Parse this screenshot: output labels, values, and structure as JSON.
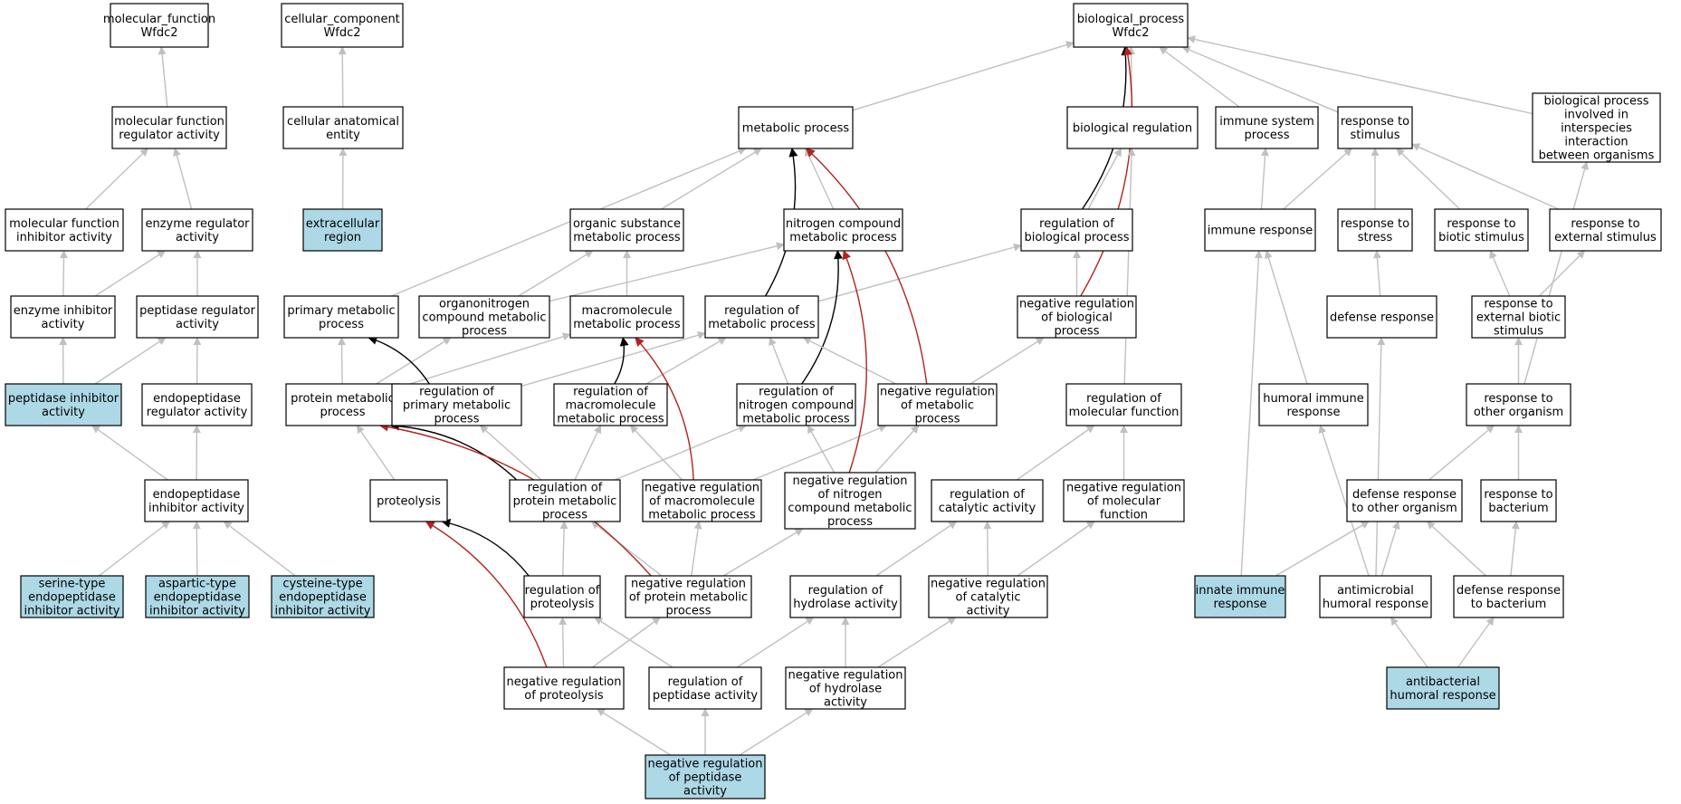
{
  "colors": {
    "node_fill": "#ffffff",
    "highlight_fill": "#add8e6",
    "edge_is_a": "#c0c0c0",
    "edge_regulates": "#000000",
    "edge_negatively_regulates": "#b22222"
  },
  "nodes": [
    {
      "id": "mf_root",
      "lines": [
        "molecular_function",
        "Wfdc2"
      ],
      "highlight": false
    },
    {
      "id": "cc_root",
      "lines": [
        "cellular_component",
        "Wfdc2"
      ],
      "highlight": false
    },
    {
      "id": "bp_root",
      "lines": [
        "biological_process",
        "Wfdc2"
      ],
      "highlight": false
    },
    {
      "id": "mf_reg",
      "lines": [
        "molecular function",
        "regulator activity"
      ],
      "highlight": false
    },
    {
      "id": "cae",
      "lines": [
        "cellular anatomical",
        "entity"
      ],
      "highlight": false
    },
    {
      "id": "metab",
      "lines": [
        "metabolic process"
      ],
      "highlight": false
    },
    {
      "id": "bioreg",
      "lines": [
        "biological regulation"
      ],
      "highlight": false
    },
    {
      "id": "immsys",
      "lines": [
        "immune system",
        "process"
      ],
      "highlight": false
    },
    {
      "id": "resp_stim",
      "lines": [
        "response to",
        "stimulus"
      ],
      "highlight": false
    },
    {
      "id": "interspecies",
      "lines": [
        "biological process",
        "involved in",
        "interspecies",
        "interaction",
        "between organisms"
      ],
      "highlight": false
    },
    {
      "id": "mf_inhib",
      "lines": [
        "molecular function",
        "inhibitor activity"
      ],
      "highlight": false
    },
    {
      "id": "enz_reg",
      "lines": [
        "enzyme regulator",
        "activity"
      ],
      "highlight": false
    },
    {
      "id": "extracell",
      "lines": [
        "extracellular",
        "region"
      ],
      "highlight": true
    },
    {
      "id": "org_sub",
      "lines": [
        "organic substance",
        "metabolic process"
      ],
      "highlight": false
    },
    {
      "id": "nitro",
      "lines": [
        "nitrogen compound",
        "metabolic process"
      ],
      "highlight": false
    },
    {
      "id": "reg_bio",
      "lines": [
        "regulation of",
        "biological process"
      ],
      "highlight": false
    },
    {
      "id": "imm_resp",
      "lines": [
        "immune response"
      ],
      "highlight": false
    },
    {
      "id": "resp_stress",
      "lines": [
        "response to",
        "stress"
      ],
      "highlight": false
    },
    {
      "id": "resp_biotic",
      "lines": [
        "response to",
        "biotic stimulus"
      ],
      "highlight": false
    },
    {
      "id": "resp_ext",
      "lines": [
        "response to",
        "external stimulus"
      ],
      "highlight": false
    },
    {
      "id": "enz_inhib",
      "lines": [
        "enzyme inhibitor",
        "activity"
      ],
      "highlight": false
    },
    {
      "id": "pep_reg",
      "lines": [
        "peptidase regulator",
        "activity"
      ],
      "highlight": false
    },
    {
      "id": "prim_met",
      "lines": [
        "primary metabolic",
        "process"
      ],
      "highlight": false
    },
    {
      "id": "orgnitro",
      "lines": [
        "organonitrogen",
        "compound metabolic",
        "process"
      ],
      "highlight": false
    },
    {
      "id": "macro",
      "lines": [
        "macromolecule",
        "metabolic process"
      ],
      "highlight": false
    },
    {
      "id": "reg_met",
      "lines": [
        "regulation of",
        "metabolic process"
      ],
      "highlight": false
    },
    {
      "id": "neg_reg_bio",
      "lines": [
        "negative regulation",
        "of biological",
        "process"
      ],
      "highlight": false
    },
    {
      "id": "def_resp",
      "lines": [
        "defense response"
      ],
      "highlight": false
    },
    {
      "id": "resp_ext_biotic",
      "lines": [
        "response to",
        "external biotic",
        "stimulus"
      ],
      "highlight": false
    },
    {
      "id": "pep_inhib",
      "lines": [
        "peptidase inhibitor",
        "activity"
      ],
      "highlight": true
    },
    {
      "id": "endopep_reg",
      "lines": [
        "endopeptidase",
        "regulator activity"
      ],
      "highlight": false
    },
    {
      "id": "prot_met",
      "lines": [
        "protein metabolic",
        "process"
      ],
      "highlight": false
    },
    {
      "id": "reg_prim",
      "lines": [
        "regulation of",
        "primary metabolic",
        "process"
      ],
      "highlight": false
    },
    {
      "id": "reg_macro",
      "lines": [
        "regulation of",
        "macromolecule",
        "metabolic process"
      ],
      "highlight": false
    },
    {
      "id": "reg_nitro",
      "lines": [
        "regulation of",
        "nitrogen compound",
        "metabolic process"
      ],
      "highlight": false
    },
    {
      "id": "neg_reg_met",
      "lines": [
        "negative regulation",
        "of metabolic",
        "process"
      ],
      "highlight": false
    },
    {
      "id": "reg_molfunc",
      "lines": [
        "regulation of",
        "molecular function"
      ],
      "highlight": false
    },
    {
      "id": "hum_imm",
      "lines": [
        "humoral immune",
        "response"
      ],
      "highlight": false
    },
    {
      "id": "resp_other",
      "lines": [
        "response to",
        "other organism"
      ],
      "highlight": false
    },
    {
      "id": "endopep_inhib",
      "lines": [
        "endopeptidase",
        "inhibitor activity"
      ],
      "highlight": false
    },
    {
      "id": "proteolysis",
      "lines": [
        "proteolysis"
      ],
      "highlight": false
    },
    {
      "id": "reg_prot_met",
      "lines": [
        "regulation of",
        "protein metabolic",
        "process"
      ],
      "highlight": false
    },
    {
      "id": "neg_reg_macro",
      "lines": [
        "negative regulation",
        "of macromolecule",
        "metabolic process"
      ],
      "highlight": false
    },
    {
      "id": "neg_reg_nitro",
      "lines": [
        "negative regulation",
        "of nitrogen",
        "compound metabolic",
        "process"
      ],
      "highlight": false
    },
    {
      "id": "reg_cat",
      "lines": [
        "regulation of",
        "catalytic activity"
      ],
      "highlight": false
    },
    {
      "id": "neg_reg_molfunc",
      "lines": [
        "negative regulation",
        "of molecular",
        "function"
      ],
      "highlight": false
    },
    {
      "id": "def_other",
      "lines": [
        "defense response",
        "to other organism"
      ],
      "highlight": false
    },
    {
      "id": "resp_bact",
      "lines": [
        "response to",
        "bacterium"
      ],
      "highlight": false
    },
    {
      "id": "serine",
      "lines": [
        "serine-type",
        "endopeptidase",
        "inhibitor activity"
      ],
      "highlight": true
    },
    {
      "id": "aspartic",
      "lines": [
        "aspartic-type",
        "endopeptidase",
        "inhibitor activity"
      ],
      "highlight": true
    },
    {
      "id": "cysteine",
      "lines": [
        "cysteine-type",
        "endopeptidase",
        "inhibitor activity"
      ],
      "highlight": true
    },
    {
      "id": "reg_proteolysis",
      "lines": [
        "regulation of",
        "proteolysis"
      ],
      "highlight": false
    },
    {
      "id": "neg_reg_prot_met",
      "lines": [
        "negative regulation",
        "of protein metabolic",
        "process"
      ],
      "highlight": false
    },
    {
      "id": "reg_hydro",
      "lines": [
        "regulation of",
        "hydrolase activity"
      ],
      "highlight": false
    },
    {
      "id": "neg_reg_cat",
      "lines": [
        "negative regulation",
        "of catalytic",
        "activity"
      ],
      "highlight": false
    },
    {
      "id": "innate",
      "lines": [
        "innate immune",
        "response"
      ],
      "highlight": true
    },
    {
      "id": "antimicro",
      "lines": [
        "antimicrobial",
        "humoral response"
      ],
      "highlight": false
    },
    {
      "id": "def_bact",
      "lines": [
        "defense response",
        "to bacterium"
      ],
      "highlight": false
    },
    {
      "id": "neg_reg_proteolysis",
      "lines": [
        "negative regulation",
        "of proteolysis"
      ],
      "highlight": false
    },
    {
      "id": "reg_pep_act",
      "lines": [
        "regulation of",
        "peptidase activity"
      ],
      "highlight": false
    },
    {
      "id": "neg_reg_hydro",
      "lines": [
        "negative regulation",
        "of hydrolase",
        "activity"
      ],
      "highlight": false
    },
    {
      "id": "antibact",
      "lines": [
        "antibacterial",
        "humoral response"
      ],
      "highlight": true
    },
    {
      "id": "neg_reg_pep",
      "lines": [
        "negative regulation",
        "of peptidase",
        "activity"
      ],
      "highlight": true
    }
  ],
  "edges": [
    {
      "from": "mf_reg",
      "to": "mf_root",
      "type": "is_a"
    },
    {
      "from": "cae",
      "to": "cc_root",
      "type": "is_a"
    },
    {
      "from": "metab",
      "to": "bp_root",
      "type": "is_a"
    },
    {
      "from": "bioreg",
      "to": "bp_root",
      "type": "is_a"
    },
    {
      "from": "immsys",
      "to": "bp_root",
      "type": "is_a"
    },
    {
      "from": "resp_stim",
      "to": "bp_root",
      "type": "is_a"
    },
    {
      "from": "interspecies",
      "to": "bp_root",
      "type": "is_a"
    },
    {
      "from": "mf_inhib",
      "to": "mf_reg",
      "type": "is_a"
    },
    {
      "from": "enz_reg",
      "to": "mf_reg",
      "type": "is_a"
    },
    {
      "from": "extracell",
      "to": "cae",
      "type": "is_a"
    },
    {
      "from": "org_sub",
      "to": "metab",
      "type": "is_a"
    },
    {
      "from": "nitro",
      "to": "metab",
      "type": "is_a"
    },
    {
      "from": "reg_bio",
      "to": "bioreg",
      "type": "is_a"
    },
    {
      "from": "reg_bio",
      "to": "bp_root",
      "type": "regulates"
    },
    {
      "from": "neg_reg_bio",
      "to": "bp_root",
      "type": "negatively_regulates"
    },
    {
      "from": "imm_resp",
      "to": "immsys",
      "type": "is_a"
    },
    {
      "from": "imm_resp",
      "to": "resp_stim",
      "type": "is_a"
    },
    {
      "from": "resp_stress",
      "to": "resp_stim",
      "type": "is_a"
    },
    {
      "from": "resp_biotic",
      "to": "resp_stim",
      "type": "is_a"
    },
    {
      "from": "resp_ext",
      "to": "resp_stim",
      "type": "is_a"
    },
    {
      "from": "enz_inhib",
      "to": "mf_inhib",
      "type": "is_a"
    },
    {
      "from": "enz_inhib",
      "to": "enz_reg",
      "type": "is_a"
    },
    {
      "from": "pep_reg",
      "to": "enz_reg",
      "type": "is_a"
    },
    {
      "from": "prim_met",
      "to": "metab",
      "type": "is_a"
    },
    {
      "from": "orgnitro",
      "to": "org_sub",
      "type": "is_a"
    },
    {
      "from": "orgnitro",
      "to": "nitro",
      "type": "is_a"
    },
    {
      "from": "macro",
      "to": "org_sub",
      "type": "is_a"
    },
    {
      "from": "reg_met",
      "to": "reg_bio",
      "type": "is_a"
    },
    {
      "from": "reg_met",
      "to": "metab",
      "type": "regulates"
    },
    {
      "from": "neg_reg_bio",
      "to": "reg_bio",
      "type": "is_a"
    },
    {
      "from": "def_resp",
      "to": "resp_stress",
      "type": "is_a"
    },
    {
      "from": "resp_ext_biotic",
      "to": "resp_biotic",
      "type": "is_a"
    },
    {
      "from": "resp_ext_biotic",
      "to": "resp_ext",
      "type": "is_a"
    },
    {
      "from": "pep_inhib",
      "to": "enz_inhib",
      "type": "is_a"
    },
    {
      "from": "pep_inhib",
      "to": "pep_reg",
      "type": "is_a"
    },
    {
      "from": "endopep_reg",
      "to": "pep_reg",
      "type": "is_a"
    },
    {
      "from": "prot_met",
      "to": "prim_met",
      "type": "is_a"
    },
    {
      "from": "prot_met",
      "to": "orgnitro",
      "type": "is_a"
    },
    {
      "from": "prot_met",
      "to": "macro",
      "type": "is_a"
    },
    {
      "from": "reg_prim",
      "to": "reg_met",
      "type": "is_a"
    },
    {
      "from": "reg_prim",
      "to": "prim_met",
      "type": "regulates"
    },
    {
      "from": "reg_macro",
      "to": "reg_met",
      "type": "is_a"
    },
    {
      "from": "reg_macro",
      "to": "macro",
      "type": "regulates"
    },
    {
      "from": "reg_nitro",
      "to": "reg_met",
      "type": "is_a"
    },
    {
      "from": "reg_nitro",
      "to": "nitro",
      "type": "regulates"
    },
    {
      "from": "neg_reg_met",
      "to": "reg_met",
      "type": "is_a"
    },
    {
      "from": "neg_reg_met",
      "to": "neg_reg_bio",
      "type": "is_a"
    },
    {
      "from": "neg_reg_met",
      "to": "metab",
      "type": "negatively_regulates"
    },
    {
      "from": "reg_molfunc",
      "to": "bioreg",
      "type": "is_a"
    },
    {
      "from": "hum_imm",
      "to": "imm_resp",
      "type": "is_a"
    },
    {
      "from": "resp_other",
      "to": "resp_ext_biotic",
      "type": "is_a"
    },
    {
      "from": "resp_other",
      "to": "interspecies",
      "type": "is_a"
    },
    {
      "from": "endopep_inhib",
      "to": "pep_inhib",
      "type": "is_a"
    },
    {
      "from": "endopep_inhib",
      "to": "endopep_reg",
      "type": "is_a"
    },
    {
      "from": "proteolysis",
      "to": "prot_met",
      "type": "is_a"
    },
    {
      "from": "reg_prot_met",
      "to": "reg_prim",
      "type": "is_a"
    },
    {
      "from": "reg_prot_met",
      "to": "reg_macro",
      "type": "is_a"
    },
    {
      "from": "reg_prot_met",
      "to": "reg_nitro",
      "type": "is_a"
    },
    {
      "from": "reg_prot_met",
      "to": "prot_met",
      "type": "regulates"
    },
    {
      "from": "neg_reg_macro",
      "to": "reg_macro",
      "type": "is_a"
    },
    {
      "from": "neg_reg_macro",
      "to": "neg_reg_met",
      "type": "is_a"
    },
    {
      "from": "neg_reg_macro",
      "to": "macro",
      "type": "negatively_regulates"
    },
    {
      "from": "neg_reg_nitro",
      "to": "reg_nitro",
      "type": "is_a"
    },
    {
      "from": "neg_reg_nitro",
      "to": "neg_reg_met",
      "type": "is_a"
    },
    {
      "from": "neg_reg_nitro",
      "to": "nitro",
      "type": "negatively_regulates"
    },
    {
      "from": "reg_cat",
      "to": "reg_molfunc",
      "type": "is_a"
    },
    {
      "from": "neg_reg_molfunc",
      "to": "reg_molfunc",
      "type": "is_a"
    },
    {
      "from": "def_other",
      "to": "resp_other",
      "type": "is_a"
    },
    {
      "from": "resp_bact",
      "to": "resp_other",
      "type": "is_a"
    },
    {
      "from": "serine",
      "to": "endopep_inhib",
      "type": "is_a"
    },
    {
      "from": "aspartic",
      "to": "endopep_inhib",
      "type": "is_a"
    },
    {
      "from": "cysteine",
      "to": "endopep_inhib",
      "type": "is_a"
    },
    {
      "from": "reg_proteolysis",
      "to": "reg_prot_met",
      "type": "is_a"
    },
    {
      "from": "reg_proteolysis",
      "to": "proteolysis",
      "type": "regulates"
    },
    {
      "from": "neg_reg_prot_met",
      "to": "reg_prot_met",
      "type": "is_a"
    },
    {
      "from": "neg_reg_prot_met",
      "to": "neg_reg_macro",
      "type": "is_a"
    },
    {
      "from": "neg_reg_prot_met",
      "to": "neg_reg_nitro",
      "type": "is_a"
    },
    {
      "from": "neg_reg_prot_met",
      "to": "prot_met",
      "type": "negatively_regulates"
    },
    {
      "from": "reg_hydro",
      "to": "reg_cat",
      "type": "is_a"
    },
    {
      "from": "neg_reg_cat",
      "to": "reg_cat",
      "type": "is_a"
    },
    {
      "from": "neg_reg_cat",
      "to": "neg_reg_molfunc",
      "type": "is_a"
    },
    {
      "from": "innate",
      "to": "imm_resp",
      "type": "is_a"
    },
    {
      "from": "innate",
      "to": "def_other",
      "type": "is_a"
    },
    {
      "from": "antimicro",
      "to": "hum_imm",
      "type": "is_a"
    },
    {
      "from": "antimicro",
      "to": "def_resp",
      "type": "is_a"
    },
    {
      "from": "antimicro",
      "to": "def_other",
      "type": "is_a"
    },
    {
      "from": "def_bact",
      "to": "def_other",
      "type": "is_a"
    },
    {
      "from": "def_bact",
      "to": "resp_bact",
      "type": "is_a"
    },
    {
      "from": "neg_reg_proteolysis",
      "to": "reg_proteolysis",
      "type": "is_a"
    },
    {
      "from": "neg_reg_proteolysis",
      "to": "neg_reg_prot_met",
      "type": "is_a"
    },
    {
      "from": "neg_reg_proteolysis",
      "to": "proteolysis",
      "type": "negatively_regulates"
    },
    {
      "from": "reg_pep_act",
      "to": "reg_proteolysis",
      "type": "is_a"
    },
    {
      "from": "reg_pep_act",
      "to": "reg_hydro",
      "type": "is_a"
    },
    {
      "from": "neg_reg_hydro",
      "to": "reg_hydro",
      "type": "is_a"
    },
    {
      "from": "neg_reg_hydro",
      "to": "neg_reg_cat",
      "type": "is_a"
    },
    {
      "from": "antibact",
      "to": "antimicro",
      "type": "is_a"
    },
    {
      "from": "antibact",
      "to": "def_bact",
      "type": "is_a"
    },
    {
      "from": "neg_reg_pep",
      "to": "neg_reg_proteolysis",
      "type": "is_a"
    },
    {
      "from": "neg_reg_pep",
      "to": "reg_pep_act",
      "type": "is_a"
    },
    {
      "from": "neg_reg_pep",
      "to": "neg_reg_hydro",
      "type": "is_a"
    }
  ]
}
